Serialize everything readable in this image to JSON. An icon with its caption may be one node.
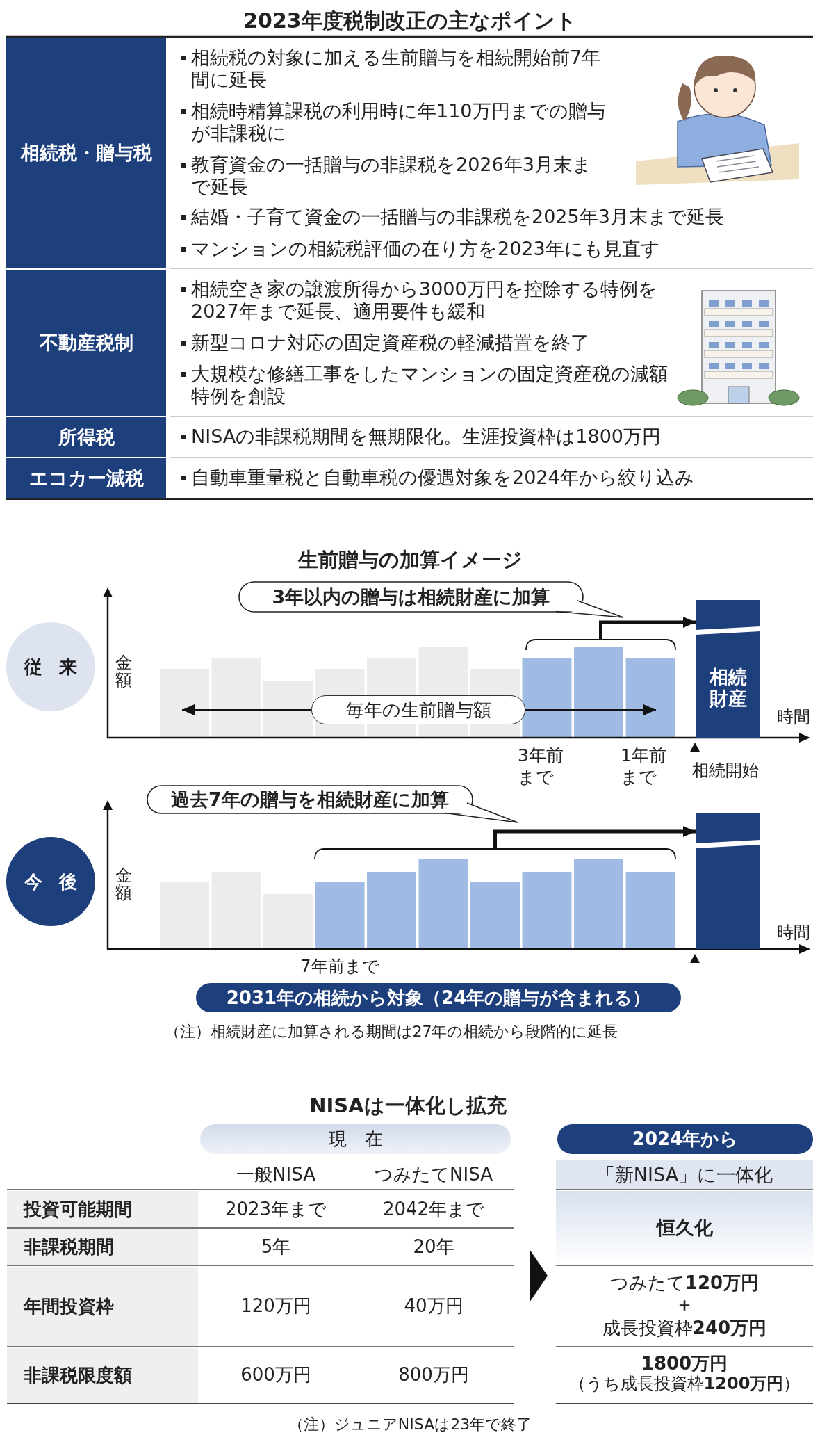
{
  "diagram": {
    "title": "2023年度税制改正の主なポイント",
    "nodes": [
      {
        "text": [
          "従来"
        ]
      },
      {
        "text": [
          "3年以内の贈与は相続財産に加算"
        ]
      },
      {
        "text": [
          "毎年の生前贈与額"
        ]
      },
      {
        "text": [
          "相続財産"
        ]
      },
      {
        "text": [
          "今後"
        ]
      },
      {
        "text": [
          "過去7年の贈与を相続財産に加算"
        ]
      },
      {
        "text": [],
        "shape": "bar"
      },
      {
        "text": [
          "2031年の相続から対象（24年の贈与が含まれる）"
        ]
      },
      {
        "text": [
          "現在"
        ]
      },
      {
        "text": [
          "2024年から"
        ]
      },
      {
        "text": [],
        "shape": "bracket"
      },
      {
        "text": [],
        "shape": "bracket"
      }
    ],
    "edges": [
      {
        "from": 10,
        "to": 3,
        "arrow": "to"
      },
      {
        "from": 11,
        "to": 6,
        "arrow": "to"
      }
    ],
    "labels": [
      "相続税・贈与税",
      "相続税の対象に加える生前贈与を相続開始前7年間に延長",
      "相続時精算課税の利用時に年110万円までの贈与が非課税に",
      "教育資金の一括贈与の非課税を2026年3月末まで延長",
      "結婚・子育て資金の一括贈与の非課税を2025年3月末まで延長",
      "マンションの相続税評価の在り方を2023年にも見直す",
      "不動産税制",
      "相続空き家の譲渡所得から3000万円を控除する特例を2027年まで延長、適用要件も緩和",
      "新型コロナ対応の固定資産税の軽減措置を終了",
      "大規模な修繕工事をしたマンションの固定資産税の減額特例を創設",
      "所得税",
      "NISAの非課税期間を無期限化。生涯投資枠は1800万円",
      "エコカー減税",
      "自動車重量税と自動車税の優遇対象を2024年から絞り込み",
      "生前贈与の加算イメージ",
      "金額",
      "時間",
      "3年前まで",
      "1年前まで",
      "相続開始",
      "金額",
      "時間",
      "7年前まで",
      "（注）相続財産に加算される期間は27年の相続から段階的に延長",
      "NISAは一体化し拡充",
      "一般NISA",
      "つみたてNISA",
      "「新NISA」に一体化",
      "投資可能期間",
      "2023年まで",
      "2042年まで",
      "恒久化",
      "非課税期間",
      "5年",
      "20年",
      "年間投資枠",
      "120万円",
      "40万円",
      "つみたて**120万円**",
      "＋",
      "成長投資枠**240万円**",
      "非課税限度額",
      "600万円",
      "800万円",
      "1800万円",
      "（うち成長投資枠**1200万円**）",
      "（注）ジュニアNISAは23年で終了"
    ]
  }
}
